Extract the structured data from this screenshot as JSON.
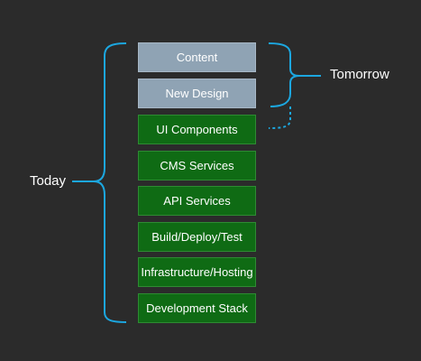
{
  "colors": {
    "background": "#2b2b2b",
    "future_layer": "#8fa3b4",
    "current_layer": "#0f6b14",
    "bracket": "#1ca7e0",
    "text": "#ffffff"
  },
  "labels": {
    "today": "Today",
    "tomorrow": "Tomorrow"
  },
  "layers": [
    {
      "label": "Content",
      "state": "future"
    },
    {
      "label": "New Design",
      "state": "future"
    },
    {
      "label": "UI Components",
      "state": "current"
    },
    {
      "label": "CMS Services",
      "state": "current"
    },
    {
      "label": "API Services",
      "state": "current"
    },
    {
      "label": "Build/Deploy/Test",
      "state": "current"
    },
    {
      "label": "Infrastructure/Hosting",
      "state": "current"
    },
    {
      "label": "Development Stack",
      "state": "current"
    }
  ]
}
